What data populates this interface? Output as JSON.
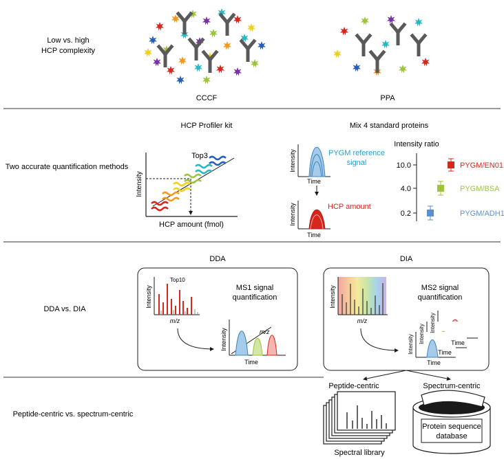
{
  "rows": {
    "complexity": {
      "label_line1": "Low vs. high",
      "label_line2": "HCP complexity",
      "cccf_label": "CCCF",
      "ppa_label": "PPA"
    },
    "quant": {
      "label": "Two accurate quantification methods",
      "kit_title": "HCP Profiler kit",
      "top3": "Top3",
      "y_axis": "Intensity",
      "x_axis": "HCP amount (fmol)",
      "mix_title": "Mix 4 standard proteins",
      "ref_line1": "PYGM reference",
      "ref_line2": "signal",
      "hcp_amount": "HCP amount",
      "time": "Time",
      "intensity": "Intensity",
      "ratio_title": "Intensity ratio",
      "ratios": [
        {
          "tick": "10.0",
          "label": "PYGM/EN01",
          "color": "#d7261e"
        },
        {
          "tick": "4.0",
          "label": "PYGM/BSA",
          "color": "#9dc43a"
        },
        {
          "tick": "0.2",
          "label": "PYGM/ADH1",
          "color": "#5b8fcf"
        }
      ]
    },
    "acq": {
      "label": "DDA vs. DIA",
      "dda_title": "DDA",
      "dia_title": "DIA",
      "top10": "Top10",
      "ms1_line1": "MS1 signal",
      "ms1_line2": "quantification",
      "ms2_line1": "MS2 signal",
      "ms2_line2": "quantification",
      "mz": "m/z",
      "intensity": "Intensity",
      "time": "Time"
    },
    "search": {
      "label": "Peptide-centric vs. spectrum-centric",
      "peptide": "Peptide-centric",
      "spectrum": "Spectrum-centric",
      "library": "Spectral library",
      "db_line1": "Protein sequence",
      "db_line2": "database"
    }
  },
  "colors": {
    "red": "#d7261e",
    "orange": "#f29a1f",
    "yellow": "#f2d01f",
    "green": "#9dc43a",
    "teal": "#2bb8c4",
    "blue": "#2a5fb8",
    "purple": "#7b2fa8",
    "gray": "#555555"
  }
}
